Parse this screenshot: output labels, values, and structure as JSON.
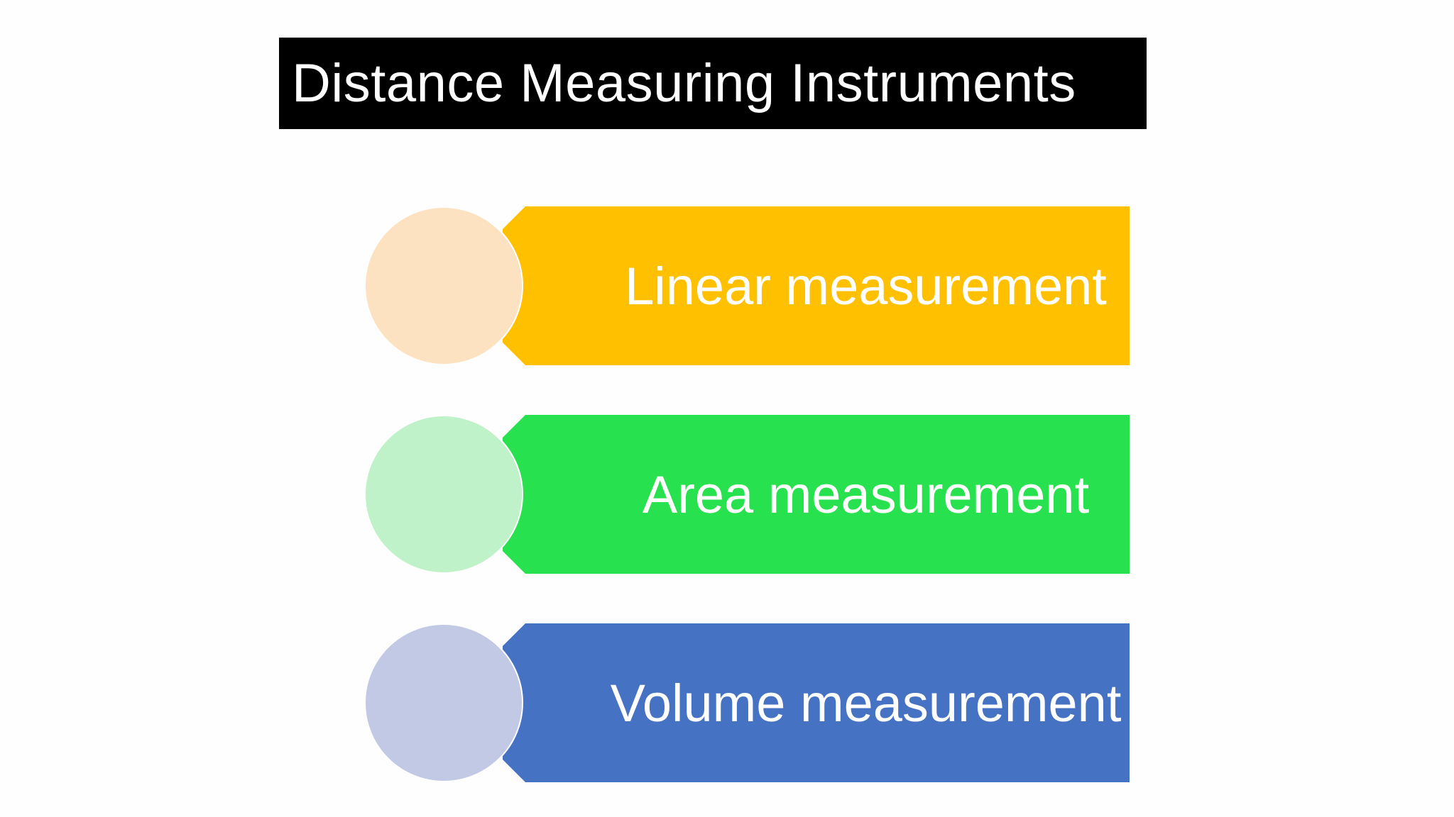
{
  "title": "Distance Measuring Instruments",
  "items": [
    {
      "label": "Linear measurement",
      "banner_color": "#ffc000",
      "circle_color": "#fde2c2"
    },
    {
      "label": "Area measurement",
      "banner_color": "#27e14e",
      "circle_color": "#bff2c9"
    },
    {
      "label": "Volume measurement",
      "banner_color": "#4672c4",
      "circle_color": "#c1c9e5"
    }
  ]
}
